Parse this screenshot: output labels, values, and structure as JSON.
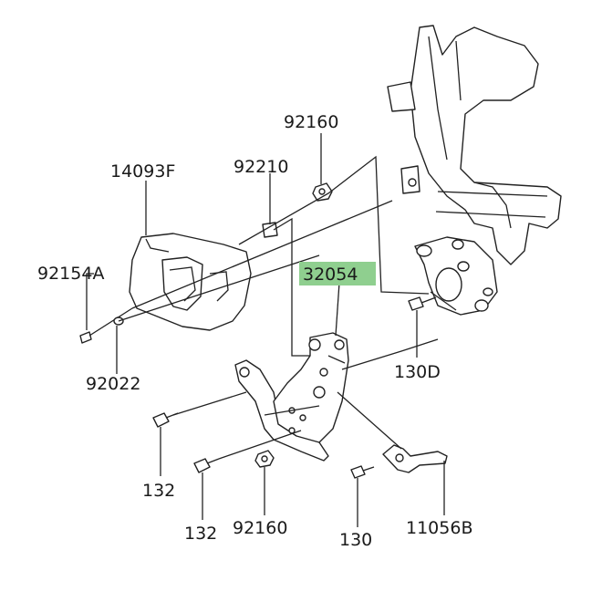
{
  "diagram": {
    "highlight_color": "#8fcf8f",
    "labels": {
      "p14093F": "14093F",
      "p92154A": "92154A",
      "p92022": "92022",
      "p92210": "92210",
      "p92160_top": "92160",
      "p32054": "32054",
      "p130D": "130D",
      "p132_a": "132",
      "p132_b": "132",
      "p92160_bottom": "92160",
      "p130": "130",
      "p11056B": "11056B"
    }
  }
}
